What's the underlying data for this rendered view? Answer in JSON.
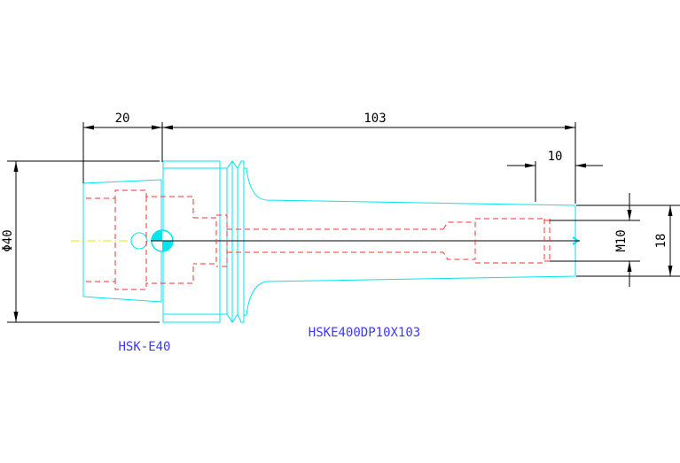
{
  "dimensions": {
    "flange_length": "20",
    "overall_length": "103",
    "tip_length": "10",
    "flange_diameter": "Φ40",
    "thread": "M10",
    "tip_diameter": "18"
  },
  "labels": {
    "interface": "HSK-E40",
    "part_number": "HSKE400DP10X103"
  },
  "colors": {
    "outline": "#00e5ee",
    "hidden": "#ff3030",
    "dimension": "#000000",
    "label": "#3a3aff",
    "centerline": "#e8e800"
  }
}
